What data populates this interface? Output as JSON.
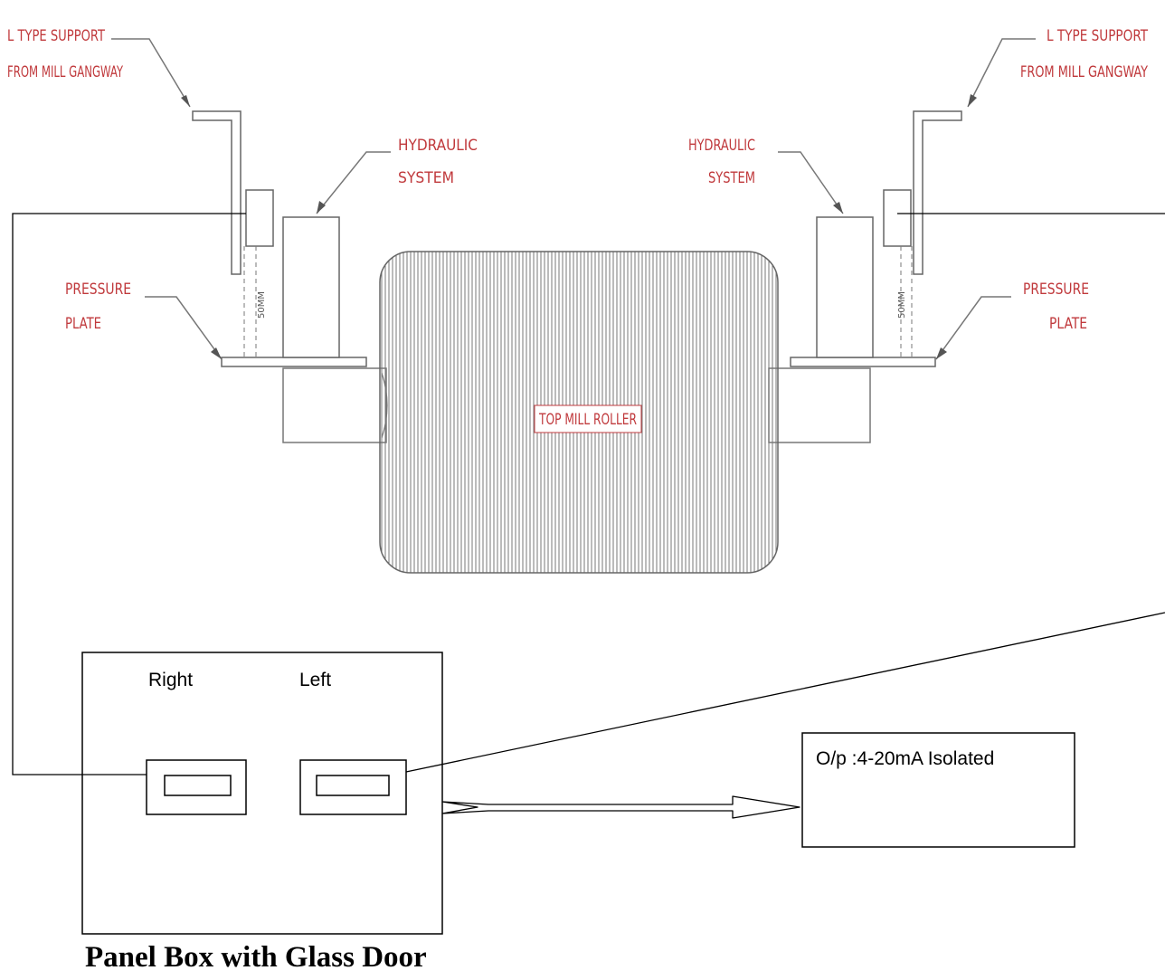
{
  "left_callouts": {
    "l_support": [
      "L TYPE SUPPORT",
      "FROM MILL GANGWAY"
    ],
    "hydraulic": [
      "HYDRAULIC",
      "SYSTEM"
    ],
    "pressure_plate": [
      "PRESSURE",
      "PLATE"
    ],
    "sensor": "50MM"
  },
  "right_callouts": {
    "l_support": [
      "L TYPE SUPPORT",
      "FROM MILL GANGWAY"
    ],
    "hydraulic": [
      "HYDRAULIC",
      "SYSTEM"
    ],
    "pressure_plate": [
      "PRESSURE",
      "PLATE"
    ],
    "sensor": "50MM"
  },
  "roller_label": "TOP MILL ROLLER",
  "panel": {
    "right_label": "Right",
    "left_label": "Left",
    "caption": "Panel Box with Glass Door"
  },
  "output_box": {
    "label": "O/p :4-20mA Isolated"
  },
  "colors": {
    "label_red": "#c0393c",
    "line": "#000000"
  }
}
